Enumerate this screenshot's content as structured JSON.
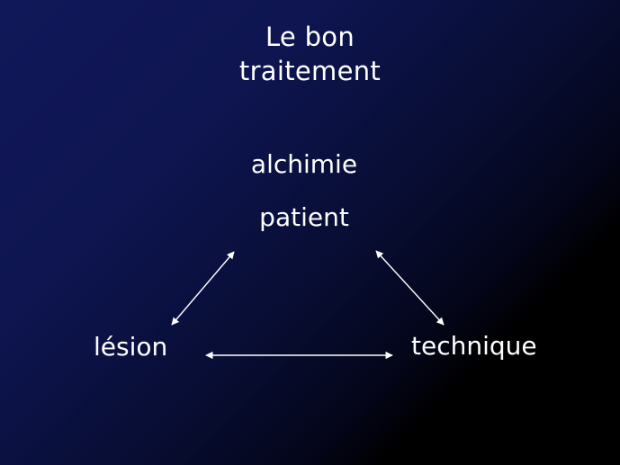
{
  "title": {
    "line1": "Le bon",
    "line2": "traitement"
  },
  "nodes": {
    "alchimie": "alchimie",
    "patient": "patient",
    "lesion": "lésion",
    "technique": "technique"
  },
  "edges": [
    {
      "from": "lesion",
      "to": "patient",
      "direction": "both"
    },
    {
      "from": "patient",
      "to": "technique",
      "direction": "both"
    },
    {
      "from": "lesion",
      "to": "technique",
      "direction": "both"
    }
  ],
  "colors": {
    "text": "#ffffff",
    "background_top_left": "#11185a",
    "background_bottom_right": "#000000"
  }
}
